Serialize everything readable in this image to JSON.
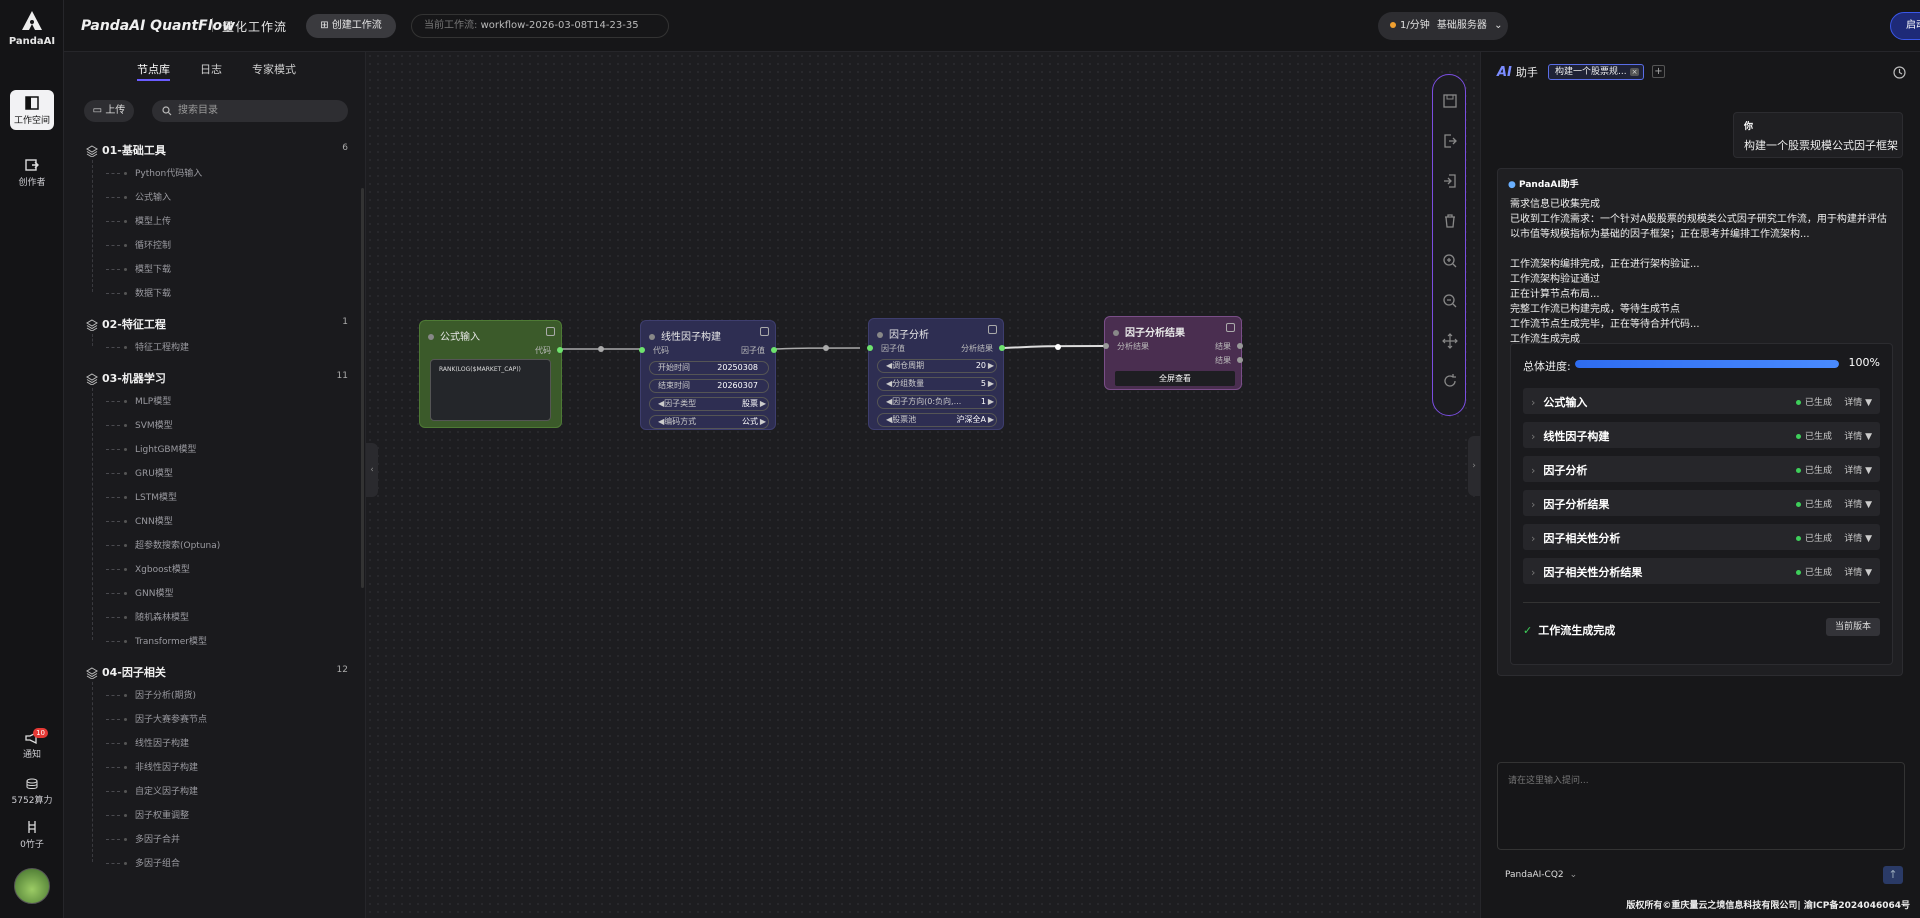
{
  "rail": {
    "logo_text": "PandaAI",
    "items": [
      {
        "label": "工作空间"
      },
      {
        "label": "创作者"
      }
    ],
    "bottom": [
      {
        "label": "通知",
        "badge": "10"
      },
      {
        "label": "5752算力"
      },
      {
        "label": "0竹子"
      }
    ]
  },
  "topbar": {
    "brand": "PandaAI QuantFlow",
    "subtitle": "量化工作流",
    "create_button": "创建工作流",
    "current_label": "当前工作流:",
    "current_value": "workflow-2026-03-08T14-23-35",
    "rate": "1/分钟",
    "server": "基础服务器",
    "start_button": "启动工作流"
  },
  "library": {
    "tabs": [
      "节点库",
      "日志",
      "专家模式"
    ],
    "upload": "上传",
    "search_placeholder": "搜索目录",
    "groups": [
      {
        "name": "01-基础工具",
        "count": "6",
        "items": [
          "Python代码输入",
          "公式输入",
          "模型上传",
          "循环控制",
          "模型下载",
          "数据下载"
        ]
      },
      {
        "name": "02-特征工程",
        "count": "1",
        "items": [
          "特征工程构建"
        ]
      },
      {
        "name": "03-机器学习",
        "count": "11",
        "items": [
          "MLP模型",
          "SVM模型",
          "LightGBM模型",
          "GRU模型",
          "LSTM模型",
          "CNN模型",
          "超参数搜索(Optuna)",
          "Xgboost模型",
          "GNN模型",
          "随机森林模型",
          "Transformer模型"
        ]
      },
      {
        "name": "04-因子相关",
        "count": "12",
        "items": [
          "因子分析(期货)",
          "因子大赛参赛节点",
          "线性因子构建",
          "非线性因子构建",
          "自定义因子构建",
          "因子权重调整",
          "多因子合并",
          "多因子组合"
        ]
      }
    ]
  },
  "nodes": {
    "formula": {
      "title": "公式输入",
      "out": "代码",
      "code": "RANK(LOG($MARKET_CAP))"
    },
    "linear": {
      "title": "线性因子构建",
      "in": "代码",
      "out": "因子值",
      "start_label": "开始时间",
      "start": "20250308",
      "end_label": "结束时间",
      "end": "20260307",
      "type_label": "因子类型",
      "type": "股票",
      "encode_label": "编码方式",
      "encode": "公式"
    },
    "analysis": {
      "title": "因子分析",
      "in": "因子值",
      "out": "分析结果",
      "period_label": "调仓周期",
      "period": "20",
      "group_label": "分组数量",
      "group": "5",
      "dir_label": "因子方向(0:负向,...",
      "dir": "1",
      "pool_label": "股票池",
      "pool": "沪深全A"
    },
    "result": {
      "title": "因子分析结果",
      "in": "分析结果",
      "out1": "结果",
      "out2": "结果",
      "button": "全屏查看"
    }
  },
  "assistant": {
    "title": "助手",
    "chip": "构建一个股票规...",
    "user_name": "你",
    "user_msg": "构建一个股票规模公式因子框架",
    "bot_name": "PandaAI助手",
    "lines": [
      "需求信息已收集完成",
      "已收到工作流需求：一个针对A股股票的规模类公式因子研究工作流，用于构建并评估以市值等规模指标为基础的因子框架；正在思考并编排工作流架构...",
      "工作流架构编排完成，正在进行架构验证...",
      "工作流架构验证通过",
      "正在计算节点布局...",
      "完整工作流已构建完成，等待生成节点",
      "工作流节点生成完毕，正在等待合并代码...",
      "工作流生成完成"
    ],
    "progress_label": "总体进度:",
    "progress_value": "100%",
    "progress_fraction": 1.0,
    "steps": [
      {
        "name": "公式输入",
        "status": "已生成",
        "detail": "详情 ▼"
      },
      {
        "name": "线性因子构建",
        "status": "已生成",
        "detail": "详情 ▼"
      },
      {
        "name": "因子分析",
        "status": "已生成",
        "detail": "详情 ▼"
      },
      {
        "name": "因子分析结果",
        "status": "已生成",
        "detail": "详情 ▼"
      },
      {
        "name": "因子相关性分析",
        "status": "已生成",
        "detail": "详情 ▼"
      },
      {
        "name": "因子相关性分析结果",
        "status": "已生成",
        "detail": "详情 ▼"
      }
    ],
    "done": "工作流生成完成",
    "current_version": "当前版本",
    "input_placeholder": "请在这里输入提问...",
    "model": "PandaAI-CQ2",
    "copyright": "版权所有©重庆量云之境信息科技有限公司| 渝ICP备2024046064号"
  }
}
